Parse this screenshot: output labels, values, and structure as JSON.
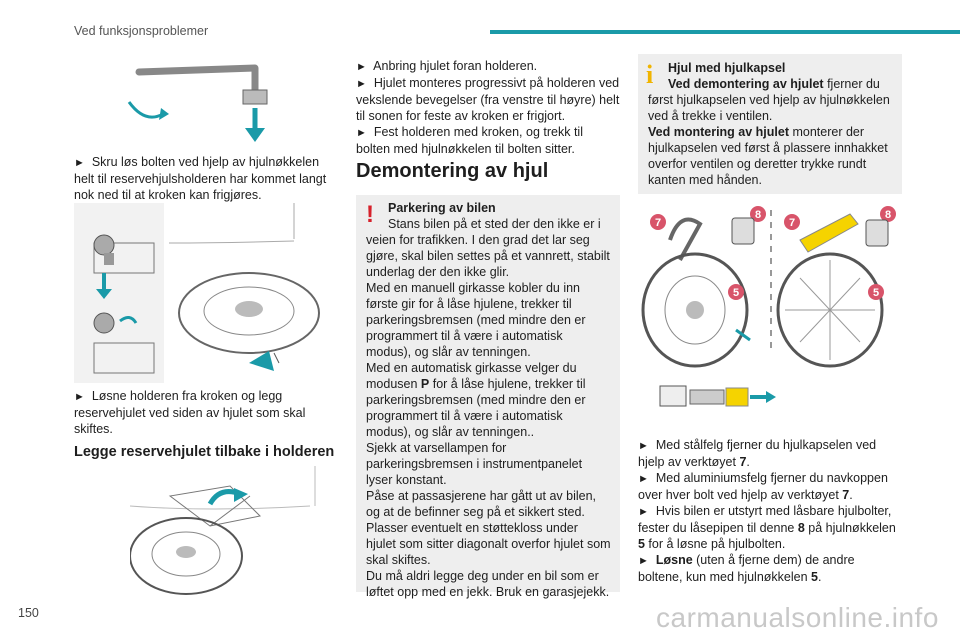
{
  "header": {
    "title": "Ved funksjonsproblemer"
  },
  "page_number": "150",
  "watermark": "carmanualsonline.info",
  "col1": {
    "p1": "Skru løs bolten ved hjelp av hjulnøkkelen helt til reservehjulsholderen har kommet langt nok ned til at kroken kan frigjøres.",
    "p2": "Løsne holderen fra kroken og legg reservehjulet ved siden av hjulet som skal skiftes.",
    "heading": "Legge reservehjulet tilbake i holderen"
  },
  "col2": {
    "b1": "Anbring hjulet foran holderen.",
    "b2": "Hjulet monteres progressivt på holderen ved vekslende bevegelser (fra venstre til høyre) helt til sonen for feste av kroken er frigjort.",
    "b3": "Fest holderen med kroken, og trekk til bolten med hjulnøkkelen til bolten sitter.",
    "heading": "Demontering av hjul",
    "warning": {
      "title": "Parkering av bilen",
      "t1": "Stans bilen på et sted der den ikke er i veien for trafikken. I den grad det lar seg gjøre, skal bilen settes på et vannrett, stabilt underlag der den ikke glir.",
      "t2": "Med en manuell girkasse kobler du inn første gir for å låse hjulene, trekker til parkeringsbremsen (med mindre den er programmert til å være i automatisk modus), og slår av tenningen.",
      "t3a": "Med en automatisk girkasse velger du modusen ",
      "t3b": "P",
      "t3c": " for å låse hjulene, trekker til parkeringsbremsen (med mindre den er programmert til å være i automatisk modus), og slår av tenningen..",
      "t4": "Sjekk at varsellampen for parkeringsbremsen i instrumentpanelet lyser konstant.",
      "t5": "Påse at passasjerene har gått ut av bilen, og at de befinner seg på et sikkert sted.",
      "t6": "Plasser eventuelt en støttekloss under hjulet som sitter diagonalt overfor hjulet som skal skiftes.",
      "t7": "Du må aldri legge deg under en bil som er løftet opp med en jekk. Bruk en garasjejekk."
    }
  },
  "col3": {
    "info": {
      "title": "Hjul med hjulkapsel",
      "l1b": "Ved demontering av hjulet",
      "l1": " fjerner du først hjulkapselen ved hjelp av hjulnøkkelen ved å trekke i ventilen.",
      "l2b": "Ved montering av hjulet",
      "l2": " monterer der hjulkapselen ved først å plassere innhakket overfor ventilen og deretter trykke rundt kanten med hånden."
    },
    "b1a": "Med stålfelg fjerner du hjulkapselen ved hjelp av verktøyet ",
    "b1b": "7",
    "b1c": ".",
    "b2a": "Med aluminiumsfelg fjerner du navkoppen over hver bolt ved hjelp av verktøyet ",
    "b2b": "7",
    "b2c": ".",
    "b3a": "Hvis bilen er utstyrt med låsbare hjulbolter, fester du låsepipen til denne ",
    "b3b": "8",
    "b3c": " på hjulnøkkelen ",
    "b3d": "5",
    "b3e": " for å løsne på hjulbolten.",
    "b4a": "Løsne",
    "b4b": " (uten å fjerne dem) de andre boltene, kun med hjulnøkkelen ",
    "b4c": "5",
    "b4d": "."
  },
  "symbols": {
    "bullet": "►",
    "warning": "!",
    "info": "i"
  },
  "badges": {
    "seven": "7",
    "eight": "8",
    "five": "5"
  },
  "colors": {
    "accent": "#1a9aa8",
    "warning": "#d6202a",
    "info": "#f0b400",
    "badge": "#d8546a"
  }
}
